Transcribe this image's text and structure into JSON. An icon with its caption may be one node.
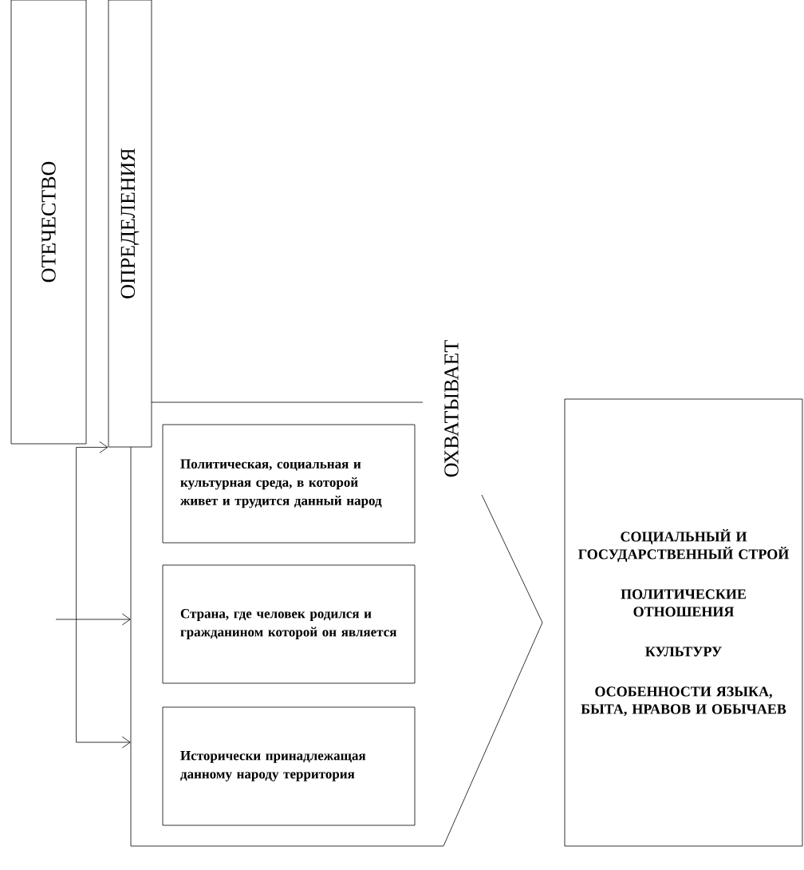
{
  "diagram": {
    "nodes": [
      {
        "text": [
          "ОТЕЧЕСТВО"
        ]
      },
      {
        "text": [
          "ОПРЕДЕЛЕНИЯ"
        ]
      },
      {
        "text": [
          "ОХВАТЫВАЕТ"
        ]
      },
      {
        "text": [
          "Политическая, социальная и культурная среда, в которой живет и трудится данный народ"
        ],
        "in": 2
      },
      {
        "text": [
          "Страна, где человек родился и гражданином которой он является"
        ],
        "in": 2
      },
      {
        "text": [
          "Исторически принадлежащая данному народу территория"
        ],
        "in": 2
      },
      {
        "text": [
          "СОЦИАЛЬНЫЙ И ГОСУДАРСТВЕННЫЙ СТРОЙ",
          "ПОЛИТИЧЕСКИЕ ОТНОШЕНИЯ",
          "КУЛЬТУРУ",
          "ОСОБЕННОСТИ ЯЗЫКА, БЫТА, НРАВОВ И ОБЫЧАЕВ"
        ]
      }
    ],
    "edges": [
      {
        "from": 1,
        "to": 2,
        "arrow": "both"
      },
      {
        "from": null,
        "to": 2,
        "arrow": "to"
      }
    ]
  }
}
